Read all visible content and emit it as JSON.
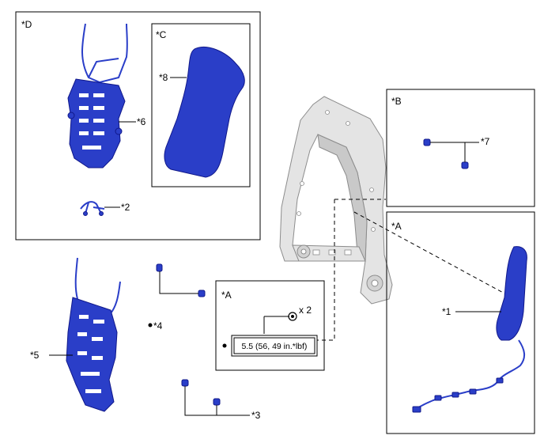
{
  "callouts": {
    "c1": "*1",
    "c2": "*2",
    "c3": "*3",
    "c4": "*4",
    "c5": "*5",
    "c6": "*6",
    "c7": "*7",
    "c8": "*8"
  },
  "boxes": {
    "A_right": "*A",
    "A_inset": "*A",
    "B": "*B",
    "C": "*C",
    "D": "*D"
  },
  "inset": {
    "quantity": "x 2",
    "torque": "5.5 (56, 49 in.*lbf)"
  },
  "colors": {
    "part_blue": "#2a3ec8",
    "frame_gray": "#e4e4e4",
    "line": "#000000"
  }
}
